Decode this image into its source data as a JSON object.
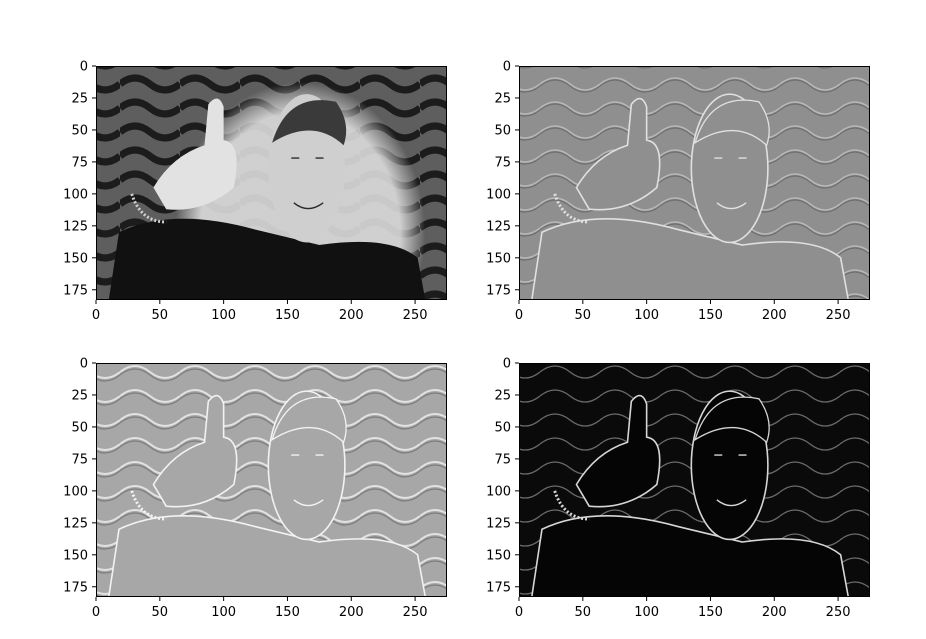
{
  "chart_data": [
    {
      "type": "image",
      "panel": "original-grayscale",
      "image_description": "grayscale photo of a man giving a thumbs up in front of a wavy striped background",
      "x_ticks": [
        0,
        50,
        100,
        150,
        200,
        250
      ],
      "y_ticks": [
        0,
        25,
        50,
        75,
        100,
        125,
        150,
        175
      ],
      "xlim": [
        0,
        275
      ],
      "ylim": [
        183,
        0
      ],
      "colormap": "gray"
    },
    {
      "type": "image",
      "panel": "edge-filter-x",
      "image_description": "horizontal gradient (emboss-like) edge response, mid-gray background",
      "x_ticks": [
        0,
        50,
        100,
        150,
        200,
        250
      ],
      "y_ticks": [
        0,
        25,
        50,
        75,
        100,
        125,
        150,
        175
      ],
      "xlim": [
        0,
        275
      ],
      "ylim": [
        183,
        0
      ],
      "colormap": "gray"
    },
    {
      "type": "image",
      "panel": "edge-filter-y",
      "image_description": "vertical gradient (emboss-like) edge response, light-gray background",
      "x_ticks": [
        0,
        50,
        100,
        150,
        200,
        250
      ],
      "y_ticks": [
        0,
        25,
        50,
        75,
        100,
        125,
        150,
        175
      ],
      "xlim": [
        0,
        275
      ],
      "ylim": [
        183,
        0
      ],
      "colormap": "gray"
    },
    {
      "type": "image",
      "panel": "edge-magnitude",
      "image_description": "gradient magnitude, bright edges on black background",
      "x_ticks": [
        0,
        50,
        100,
        150,
        200,
        250
      ],
      "y_ticks": [
        0,
        25,
        50,
        75,
        100,
        125,
        150,
        175
      ],
      "xlim": [
        0,
        275
      ],
      "ylim": [
        183,
        0
      ],
      "colormap": "gray"
    }
  ],
  "colors": {
    "panel_1_bg": "#5e5e5e",
    "panel_2_bg": "#8f8f8f",
    "panel_3_bg": "#a7a7a7",
    "panel_4_bg": "#0a0a0a"
  }
}
